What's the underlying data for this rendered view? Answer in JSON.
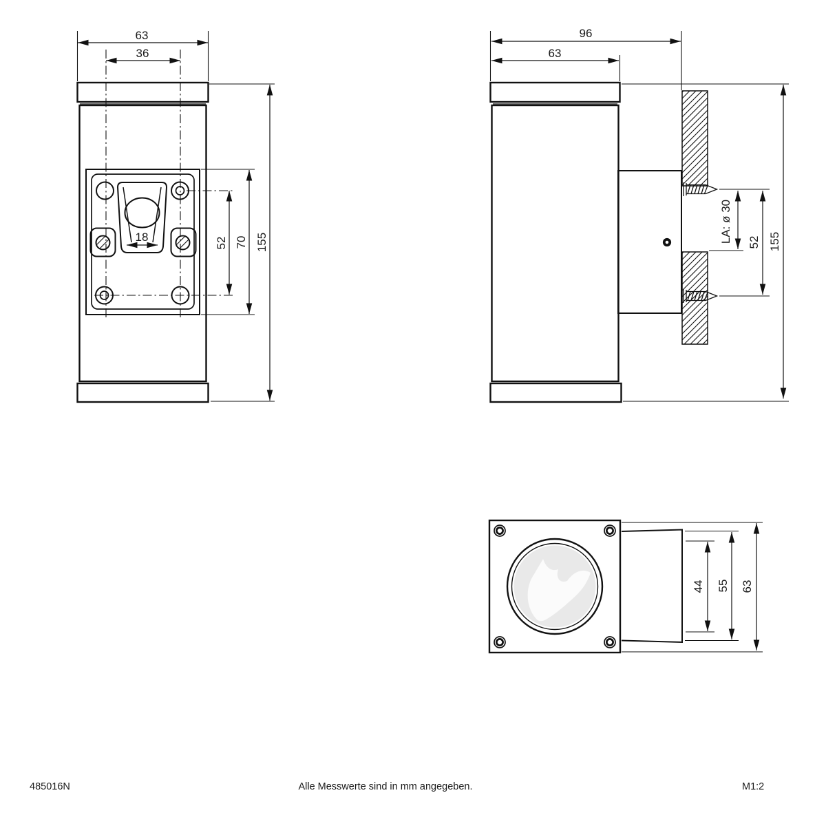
{
  "drawing": {
    "views": {
      "front": {
        "dim_overall_width": "63",
        "dim_hole_spacing_width": "36",
        "dim_cable_entry_width": "18",
        "dim_hole_spacing_height": "52",
        "dim_plate_height": "70",
        "dim_overall_height": "155"
      },
      "side": {
        "dim_overall_depth": "96",
        "dim_body_depth": "63",
        "dim_cable_outlet": "LA: ø 30",
        "dim_hole_spacing_height": "52",
        "dim_overall_height": "155"
      },
      "bottom": {
        "dim_lens_opening": "44",
        "dim_body_diameter": "55",
        "dim_overall_width": "63"
      }
    }
  },
  "footer": {
    "article_number": "485016N",
    "units_note": "Alle Messwerte sind in mm angegeben.",
    "scale": "M1:2"
  },
  "colors": {
    "line": "#111111",
    "text": "#1a1a1a",
    "glass": "#e9e9e9",
    "reflection": "#fbfbfb",
    "background": "#ffffff"
  }
}
